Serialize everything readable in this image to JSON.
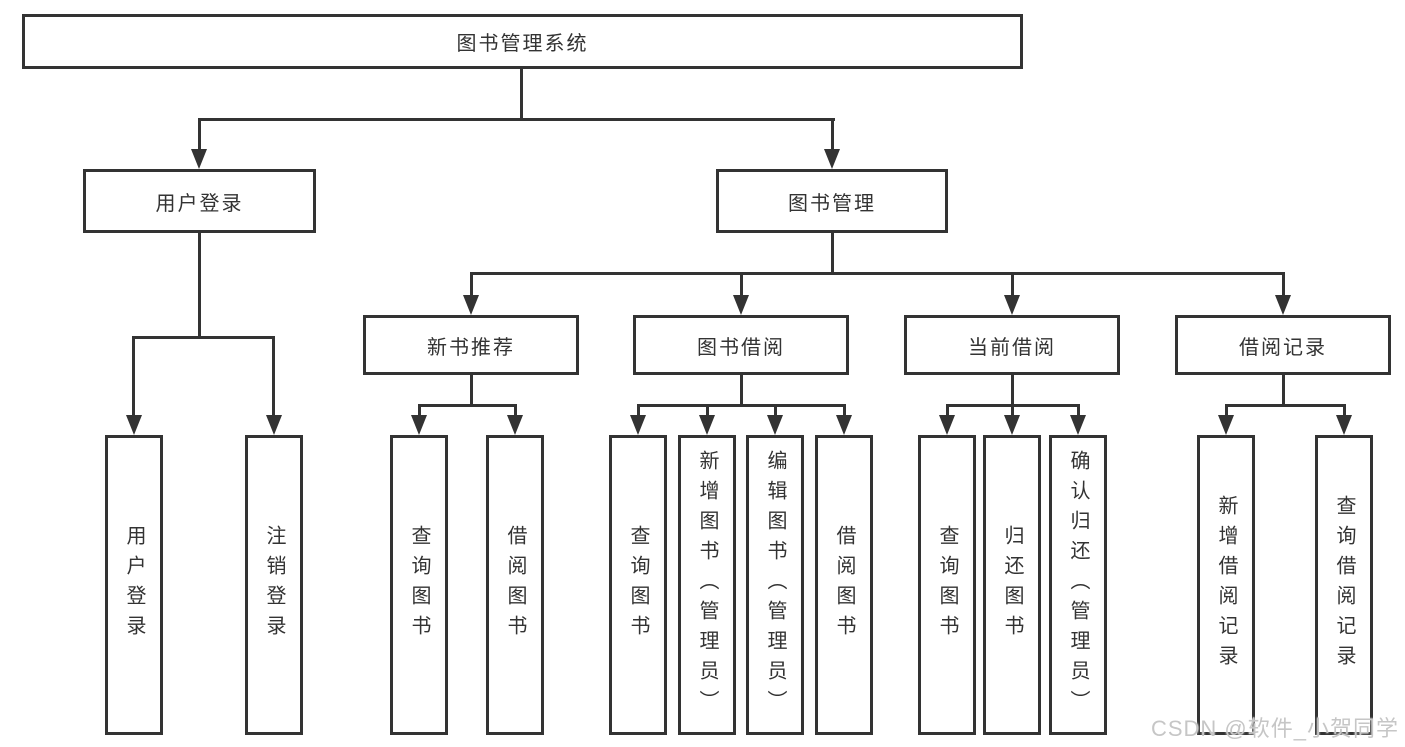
{
  "diagram": {
    "type": "tree-structure-chart",
    "title": "图书管理系统",
    "watermark": "CSDN @软件_小贺同学",
    "colors": {
      "line": "#333333",
      "box_border": "#333333",
      "box_fill": "#ffffff",
      "text": "#333333",
      "watermark": "#c6c6c6"
    },
    "nodes": {
      "root": {
        "label": "图书管理系统"
      },
      "user_login": {
        "label": "用户登录"
      },
      "book_mgmt": {
        "label": "图书管理"
      },
      "new_rec": {
        "label": "新书推荐"
      },
      "book_borrow": {
        "label": "图书借阅"
      },
      "cur_borrow": {
        "label": "当前借阅"
      },
      "borrow_rec": {
        "label": "借阅记录"
      },
      "a1": {
        "label": "用户登录"
      },
      "a2": {
        "label": "注销登录"
      },
      "b1": {
        "label": "查询图书"
      },
      "b2": {
        "label": "借阅图书"
      },
      "c1": {
        "label": "查询图书"
      },
      "c2": {
        "label": "新增图书（管理员）"
      },
      "c3": {
        "label": "编辑图书（管理员）"
      },
      "c4": {
        "label": "借阅图书"
      },
      "d1": {
        "label": "查询图书"
      },
      "d2": {
        "label": "归还图书"
      },
      "d3": {
        "label": "确认归还（管理员）"
      },
      "e1": {
        "label": "新增借阅记录"
      },
      "e2": {
        "label": "查询借阅记录"
      }
    },
    "structure": {
      "root": [
        "user_login",
        "book_mgmt"
      ],
      "user_login": [
        "a1",
        "a2"
      ],
      "book_mgmt": [
        "new_rec",
        "book_borrow",
        "cur_borrow",
        "borrow_rec"
      ],
      "new_rec": [
        "b1",
        "b2"
      ],
      "book_borrow": [
        "c1",
        "c2",
        "c3",
        "c4"
      ],
      "cur_borrow": [
        "d1",
        "d2",
        "d3"
      ],
      "borrow_rec": [
        "e1",
        "e2"
      ]
    }
  }
}
